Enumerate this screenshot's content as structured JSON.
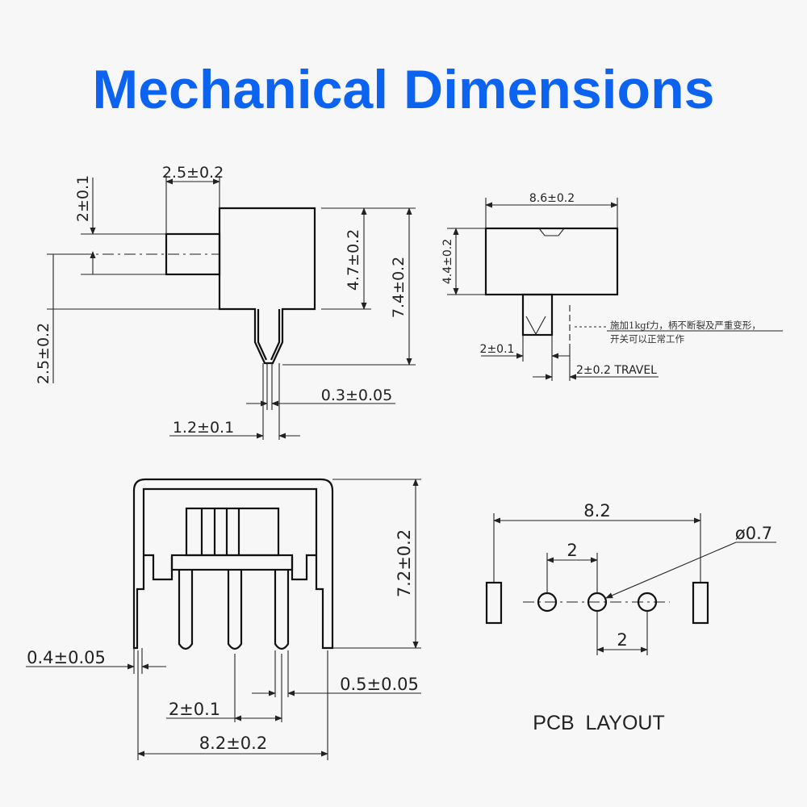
{
  "title": "Mechanical Dimensions",
  "title_color": "#0b63f0",
  "side_view": {
    "top_width": "2.5±0.2",
    "left_top": "2±0.1",
    "left_bottom": "2.5±0.2",
    "body_height": "4.7±0.2",
    "total_height": "7.4±0.2",
    "pin_thickness": "0.3±0.05",
    "pin_offset": "1.2±0.1"
  },
  "front_view": {
    "width": "8.6±0.2",
    "height": "4.4±0.2",
    "actuator_width": "2±0.1",
    "travel": "2±0.2 TRAVEL",
    "note_line1": "施加1kgf力，柄不断裂及严重变形，",
    "note_line2": "开关可以正常工作"
  },
  "bottom_view": {
    "height": "7.2±0.2",
    "leg_thickness": "0.4±0.05",
    "pin_thickness": "0.5±0.05",
    "pin_pitch": "2±0.1",
    "total_width": "8.2±0.2"
  },
  "pcb_layout": {
    "width": "8.2",
    "hole_diameter": "ø0.7",
    "pitch_top": "2",
    "pitch_bottom": "2",
    "label": "PCB  LAYOUT"
  }
}
